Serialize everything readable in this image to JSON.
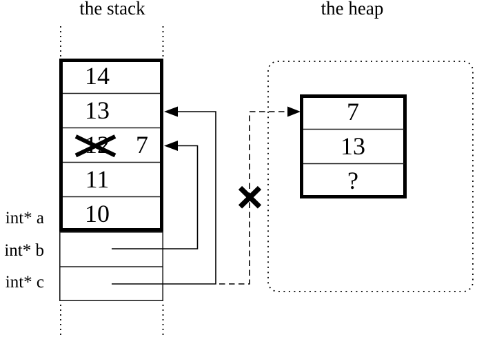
{
  "titles": {
    "stack": "the stack",
    "heap": "the heap"
  },
  "stack": {
    "cells": [
      {
        "value": "14",
        "crossed_out": false
      },
      {
        "value": "13",
        "crossed_out": false
      },
      {
        "value": "12",
        "crossed_out": true,
        "replacement": "7"
      },
      {
        "value": "11",
        "crossed_out": false
      },
      {
        "value": "10",
        "crossed_out": false
      }
    ],
    "labels": [
      {
        "text": "int* a"
      },
      {
        "text": "int* b"
      },
      {
        "text": "int* c"
      }
    ]
  },
  "heap": {
    "cells": [
      {
        "value": "7"
      },
      {
        "value": "13"
      },
      {
        "value": "?"
      }
    ]
  },
  "pointers": [
    {
      "from": "int* b cell",
      "to": "stack cell with 12 crossed out (now 7)",
      "style": "solid-arrow"
    },
    {
      "from": "int* c cell",
      "to": "stack cell 13",
      "style": "solid-arrow"
    },
    {
      "from": "int* c cell",
      "to": "heap cell 7",
      "style": "dashed-arrow",
      "crossed_out": true
    }
  ],
  "colors": {
    "ink": "#000000",
    "background": "#ffffff"
  }
}
